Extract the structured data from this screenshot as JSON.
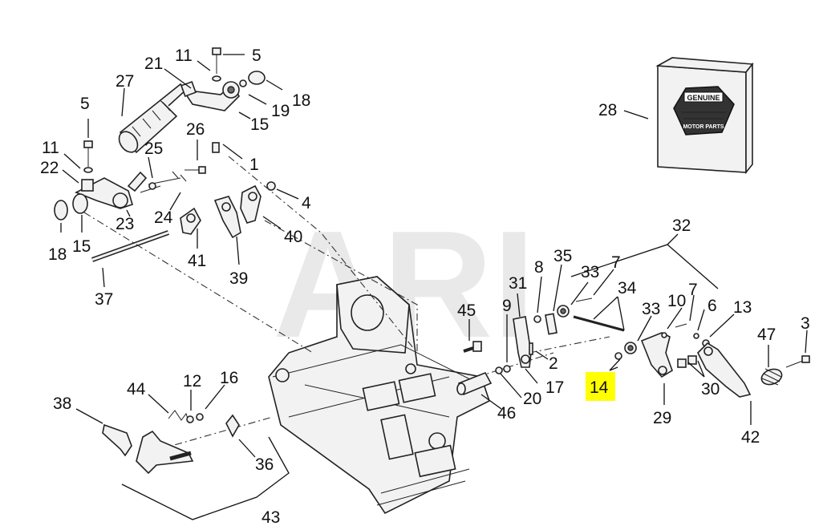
{
  "watermark": "ARI",
  "highlighted_callout": "14",
  "colors": {
    "highlight": "#ffff00",
    "line": "#111111",
    "watermark": "#e9e9e9"
  },
  "badge": {
    "line1": "GENUINE",
    "line2": "MOTOR PARTS"
  },
  "callouts": {
    "c11a": "11",
    "c5a": "5",
    "c21": "21",
    "c27": "27",
    "c19": "19",
    "c18a": "18",
    "c15a": "15",
    "c5b": "5",
    "c26": "26",
    "c1": "1",
    "c11b": "11",
    "c25": "25",
    "c22": "22",
    "c4": "4",
    "c18b": "18",
    "c15b": "15",
    "c23": "23",
    "c24": "24",
    "c40": "40",
    "c41": "41",
    "c39": "39",
    "c37": "37",
    "c28": "28",
    "c32": "32",
    "c35": "35",
    "c8": "8",
    "c33a": "33",
    "c7a": "7",
    "c31": "31",
    "c34": "34",
    "c10": "10",
    "c7b": "7",
    "c33b": "33",
    "c6": "6",
    "c13": "13",
    "c9": "9",
    "c45": "45",
    "c47": "47",
    "c3": "3",
    "c2": "2",
    "c14": "14",
    "c17": "17",
    "c20": "20",
    "c30": "30",
    "c46": "46",
    "c29": "29",
    "c42": "42",
    "c38": "38",
    "c44": "44",
    "c12": "12",
    "c16": "16",
    "c36": "36",
    "c43": "43"
  }
}
